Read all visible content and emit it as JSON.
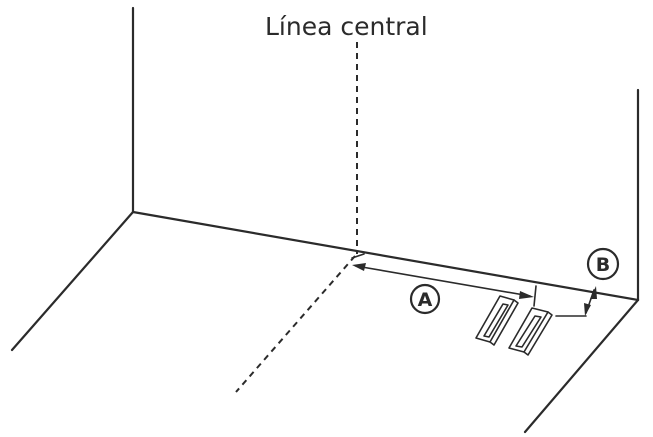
{
  "diagram": {
    "centerline_label": "Línea central",
    "marker_a": "A",
    "marker_b": "B",
    "colors": {
      "ink": "#2b2b2b",
      "background": "#ffffff"
    }
  }
}
